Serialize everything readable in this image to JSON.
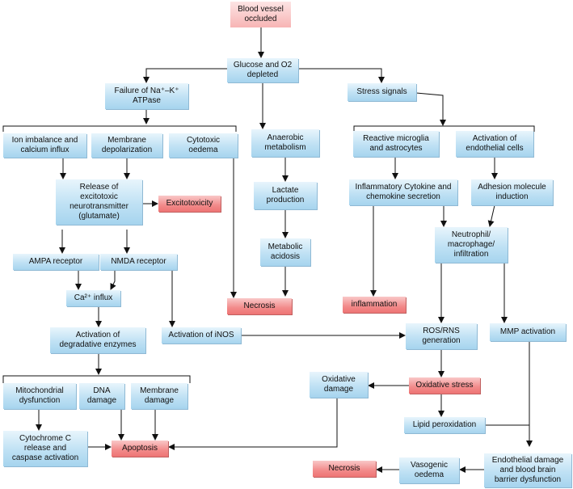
{
  "nodes": {
    "blood_vessel": "Blood vessel\noccluded",
    "glucose": "Glucose and O2\ndepleted",
    "failure_atpase": "Failure of Na⁺–K⁺\nATPase",
    "stress_signals": "Stress signals",
    "ion_imbalance": "Ion imbalance and\ncalcium influx",
    "membrane_depol": "Membrane\ndepolarization",
    "cytotoxic_oedema": "Cytotoxic\noedema",
    "anaerobic": "Anaerobic\nmetabolism",
    "reactive_microglia": "Reactive microglia\nand astrocytes",
    "activation_endothelial": "Activation of\nendothelial cells",
    "release_glutamate": "Release of\nexcitotoxic\nneurotransmitter\n(glutamate)",
    "excitotoxicity": "Excitotoxicity",
    "lactate": "Lactate\nproduction",
    "inflammatory_cytokine": "Inflammatory Cytokine and\nchemokine secretion",
    "adhesion": "Adhesion molecule\ninduction",
    "metabolic_acidosis": "Metabolic\nacidosis",
    "neutrophil": "Neutrophil/\nmacrophage/\ninfiltration",
    "ampa": "AMPA receptor",
    "nmda": "NMDA receptor",
    "ca_influx": "Ca²⁺ influx",
    "necrosis_mid": "Necrosis",
    "inflammation": "inflammation",
    "degradative": "Activation of\ndegradative enzymes",
    "inos": "Activation of iNOS",
    "ros": "ROS/RNS\ngeneration",
    "mmp": "MMP activation",
    "oxidative_damage": "Oxidative\ndamage",
    "oxidative_stress": "Oxidative stress",
    "mitochondrial": "Mitochondrial\ndysfunction",
    "dna_damage": "DNA\ndamage",
    "membrane_damage": "Membrane\ndamage",
    "lipid_peroxidation": "Lipid peroxidation",
    "cytochrome": "Cytochrome C\nrelease and\ncaspase activation",
    "apoptosis": "Apoptosis",
    "endothelial_damage": "Endothelial damage\nand blood brain\nbarrier dysfunction",
    "vasogenic": "Vasogenic\noedema",
    "necrosis_bottom": "Necrosis"
  },
  "colors": {
    "process": "#b8def3",
    "outcome": "#ef7f7f",
    "origin": "#f7b9b9",
    "line": "#111111"
  }
}
